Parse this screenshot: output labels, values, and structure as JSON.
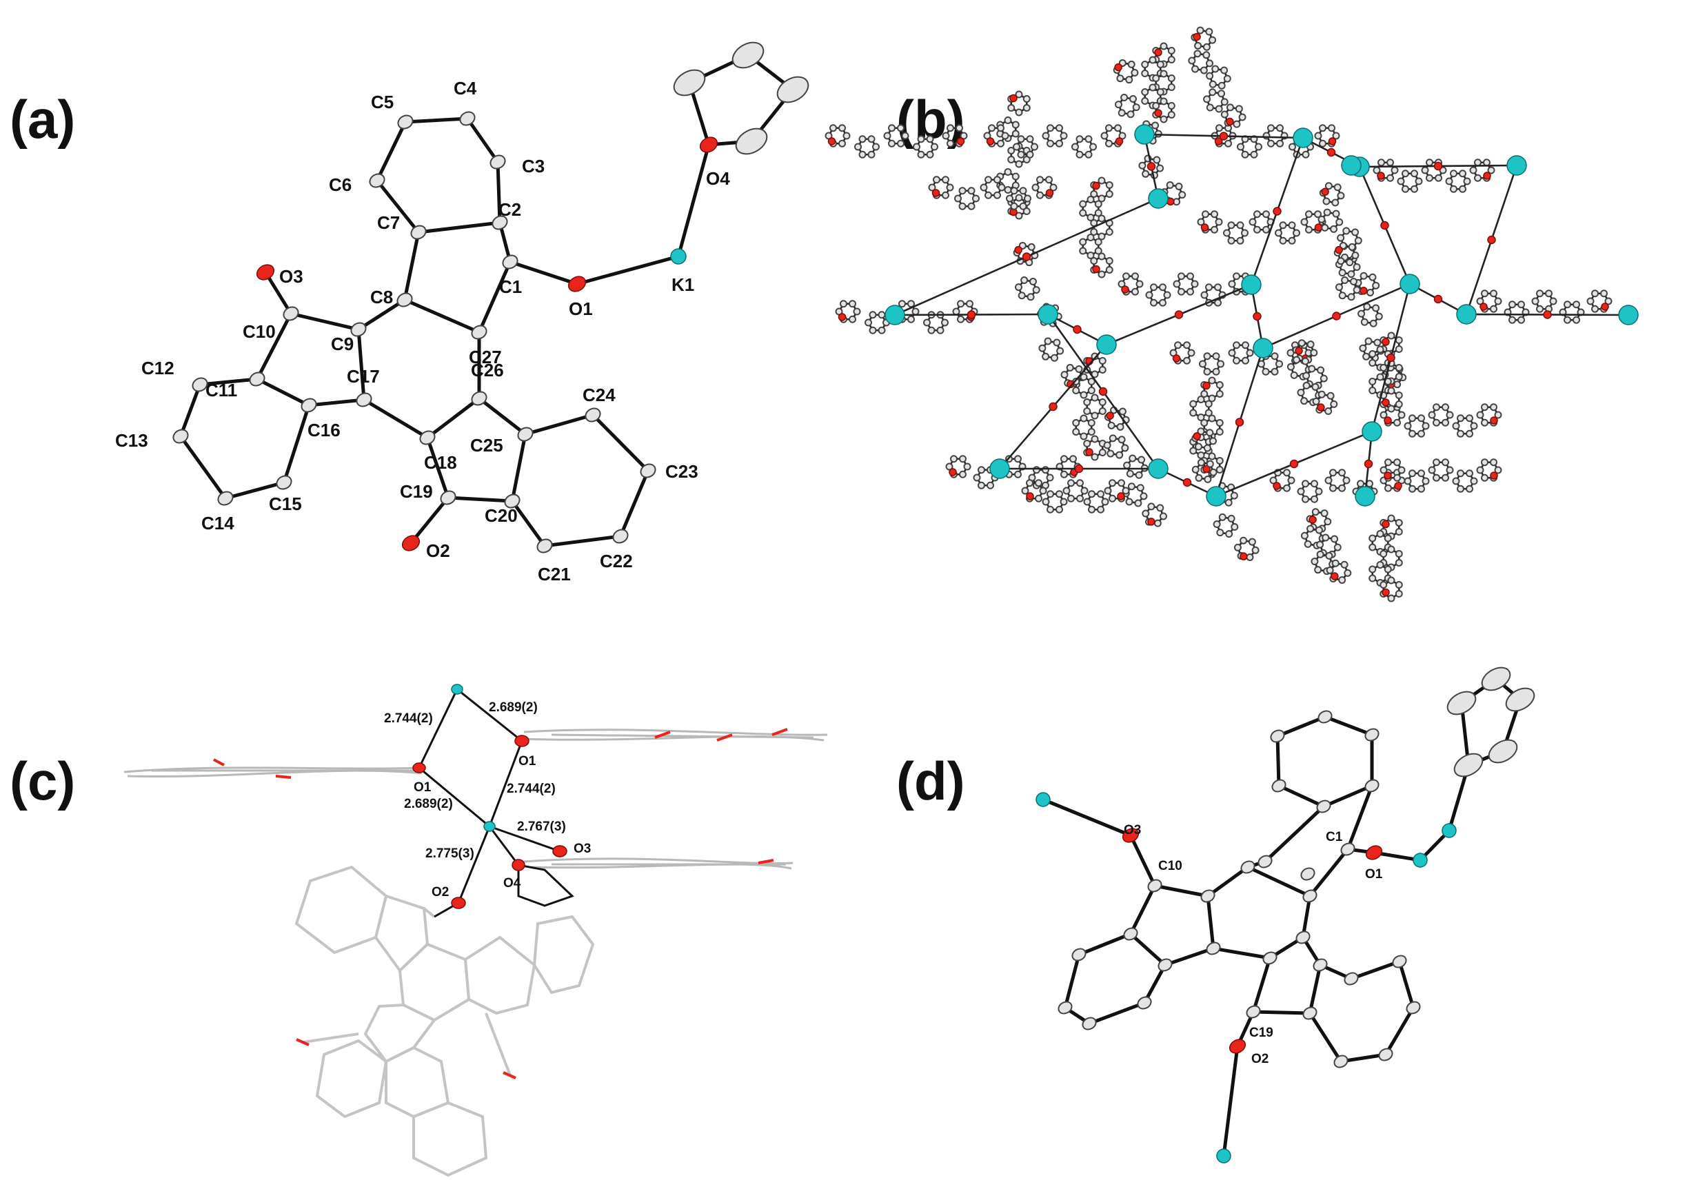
{
  "panels": {
    "a": {
      "label": "(a)"
    },
    "b": {
      "label": "(b)"
    },
    "c": {
      "label": "(c)"
    },
    "d": {
      "label": "(d)"
    }
  },
  "panel_a_atoms": [
    "C1",
    "C2",
    "C3",
    "C4",
    "C5",
    "C6",
    "C7",
    "C8",
    "C9",
    "C10",
    "C11",
    "C12",
    "C13",
    "C14",
    "C15",
    "C16",
    "C17",
    "C18",
    "C19",
    "C20",
    "C21",
    "C22",
    "C23",
    "C24",
    "C25",
    "C26",
    "C27",
    "O1",
    "O2",
    "O3",
    "O4",
    "K1"
  ],
  "panel_c_labels": {
    "d1": "2.744(2)",
    "d2": "2.689(2)",
    "d3": "2.689(2)",
    "d4": "2.744(2)",
    "d5": "2.767(3)",
    "d6": "2.775(3)",
    "o1_top": "O1",
    "o1_left": "O1",
    "o2": "O2",
    "o3": "O3",
    "o4": "O4"
  },
  "panel_d_atoms": [
    "O3",
    "C10",
    "C1",
    "O1",
    "C19",
    "O2"
  ],
  "colors": {
    "carbon": "#e4e4e4",
    "oxygen": "#e8241c",
    "potassium": "#1ec3c5",
    "bond": "#111111",
    "framework": "#c4c4c4"
  }
}
